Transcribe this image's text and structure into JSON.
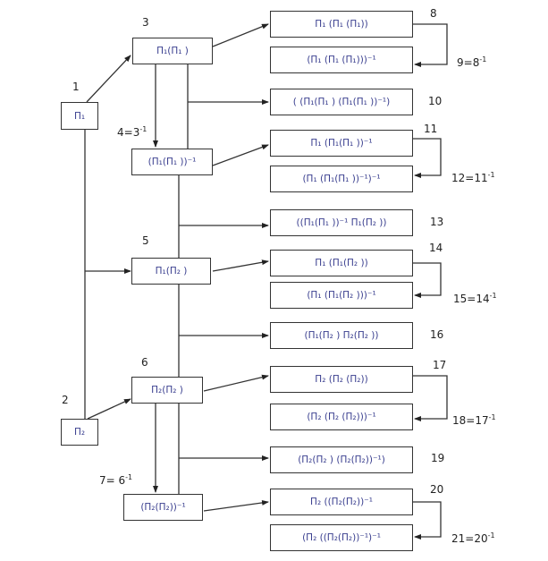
{
  "nodes": {
    "n1": {
      "id": "1",
      "text": "Π₁"
    },
    "n2": {
      "id": "2",
      "text": "Π₂"
    },
    "n3": {
      "id": "3",
      "text": "Π₁(Π₁ )"
    },
    "n4": {
      "id": "4",
      "text": "(Π₁(Π₁ ))⁻¹"
    },
    "n5": {
      "id": "5",
      "text": "Π₁(Π₂ )"
    },
    "n6": {
      "id": "6",
      "text": "Π₂(Π₂ )"
    },
    "n7": {
      "id": "7",
      "text": "(Π₂(Π₂))⁻¹"
    },
    "n8": {
      "id": "8",
      "text": "Π₁ (Π₁ (Π₁))"
    },
    "n9": {
      "id": "9",
      "text": "(Π₁ (Π₁ (Π₁)))⁻¹"
    },
    "n10": {
      "id": "10",
      "text": "( (Π₁(Π₁ ) (Π₁(Π₁ ))⁻¹)"
    },
    "n11": {
      "id": "11",
      "text": "Π₁ (Π₁(Π₁ ))⁻¹"
    },
    "n12": {
      "id": "12",
      "text": "(Π₁ (Π₁(Π₁ ))⁻¹)⁻¹"
    },
    "n13": {
      "id": "13",
      "text": "((Π₁(Π₁ ))⁻¹ Π₁(Π₂ ))"
    },
    "n14": {
      "id": "14",
      "text": "Π₁ (Π₁(Π₂ ))"
    },
    "n15": {
      "id": "15",
      "text": "(Π₁ (Π₁(Π₂ )))⁻¹"
    },
    "n16": {
      "id": "16",
      "text": "(Π₁(Π₂ ) Π₂(Π₂ ))"
    },
    "n17": {
      "id": "17",
      "text": "Π₂ (Π₂ (Π₂))"
    },
    "n18": {
      "id": "18",
      "text": "(Π₂ (Π₂ (Π₂)))⁻¹"
    },
    "n19": {
      "id": "19",
      "text": "(Π₂(Π₂ ) (Π₂(Π₂))⁻¹)"
    },
    "n20": {
      "id": "20",
      "text": "Π₂ ((Π₂(Π₂))⁻¹"
    },
    "n21": {
      "id": "21",
      "text": "(Π₂ ((Π₂(Π₂))⁻¹)⁻¹"
    }
  },
  "labels": {
    "l1": "1",
    "l2": "2",
    "l3": "3",
    "l5": "5",
    "l6": "6",
    "l4": {
      "base": "4=3",
      "exp": "-1"
    },
    "l7": {
      "base": "7= 6",
      "exp": "-1"
    },
    "l8": "8",
    "l9": {
      "base": "9=8",
      "exp": "-1"
    },
    "l10": "10",
    "l11": "11",
    "l12": {
      "base": "12=11",
      "exp": "-1"
    },
    "l13": "13",
    "l14": "14",
    "l15": {
      "base": "15=14",
      "exp": "-1"
    },
    "l16": "16",
    "l17": "17",
    "l18": {
      "base": "18=17",
      "exp": "-1"
    },
    "l19": "19",
    "l20": "20",
    "l21": {
      "base": "21=20",
      "exp": "-1"
    }
  },
  "colors": {
    "node_text": "#3a3f8f",
    "label_text": "#222222",
    "line": "#333333"
  }
}
